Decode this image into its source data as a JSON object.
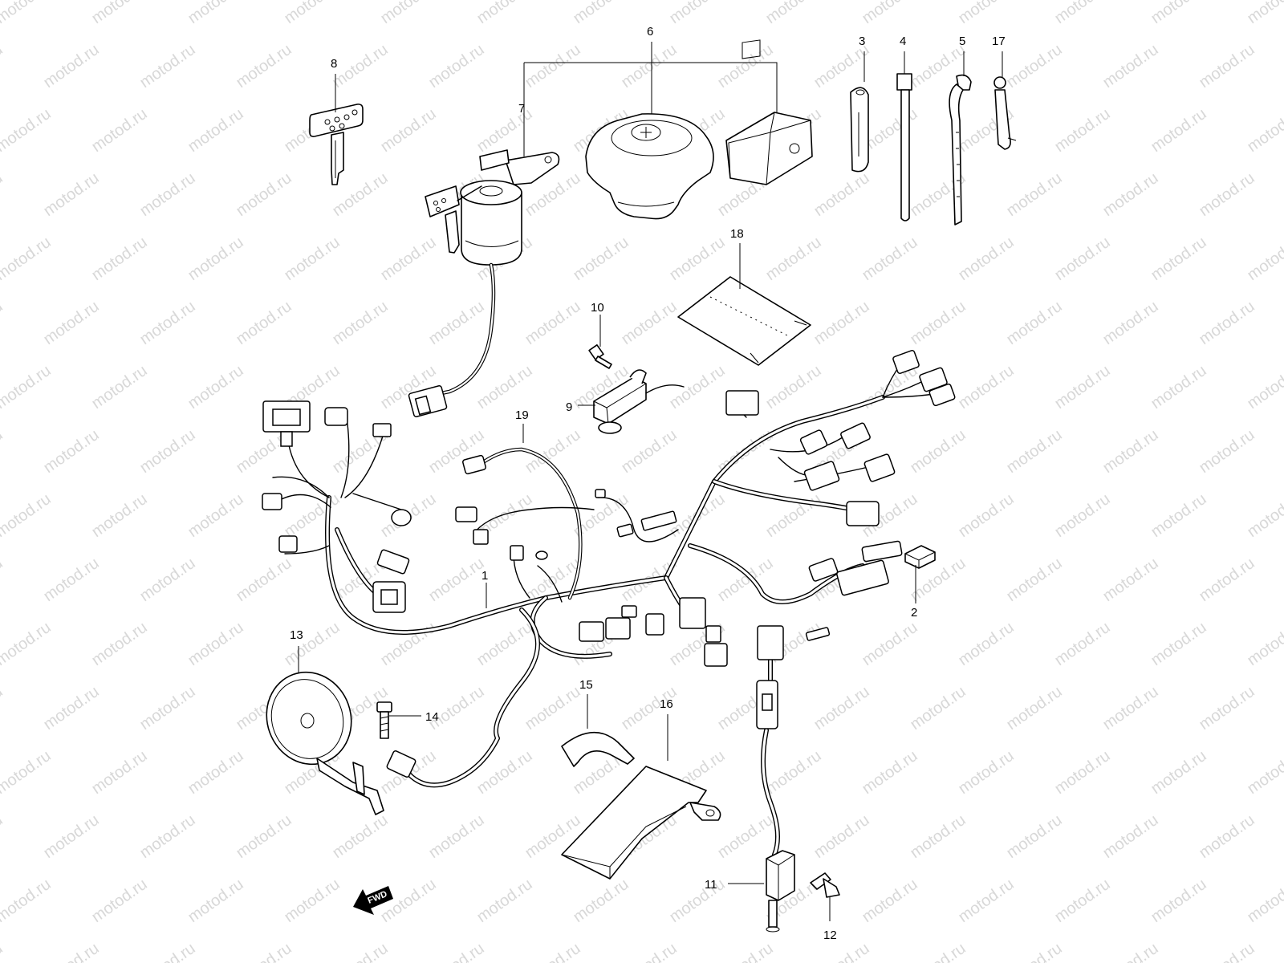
{
  "watermark": "motod.ru",
  "callouts": [
    "1",
    "2",
    "3",
    "4",
    "5",
    "6",
    "7",
    "8",
    "9",
    "10",
    "11",
    "12",
    "13",
    "14",
    "15",
    "16",
    "17",
    "18",
    "19"
  ],
  "fwd_label": "FWD",
  "colors": {
    "line": "#000000",
    "background": "#ffffff",
    "watermark": "#d8d8d8"
  },
  "icons": [
    "key-icon",
    "ignition-switch-icon",
    "fuel-cap-icon",
    "horn-icon",
    "fwd-arrow-icon",
    "cable-tie-icon",
    "clamp-icon",
    "bolt-icon",
    "relay-icon",
    "fuse-icon"
  ]
}
